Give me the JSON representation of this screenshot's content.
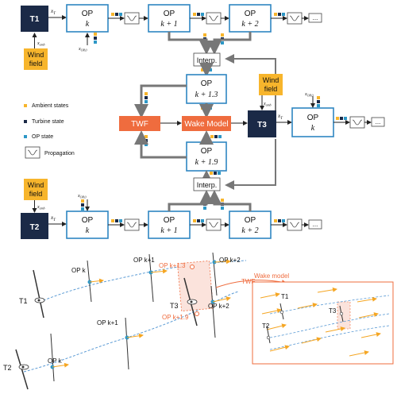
{
  "colors": {
    "navy": "#1b2a47",
    "box_border": "#2e86c1",
    "orange": "#ef6c3e",
    "yellow": "#f7b52c",
    "teal": "#2d97c6",
    "dark_sq": "#1b2a47",
    "light_red_fill": "#fbe3dc",
    "arrow_orange": "#f5a623",
    "flow_dash": "#5b9bd5"
  },
  "turbines": {
    "t1": "T1",
    "t2": "T2",
    "t3": "T3"
  },
  "wind_field": {
    "line1": "Wind",
    "line2": "field"
  },
  "ops": {
    "op": "OP",
    "k": "k",
    "k1": "k + 1",
    "k2": "k + 2",
    "k13": "k + 1.3",
    "k19": "k + 1.9"
  },
  "interp": "Interp.",
  "twf": "TWF",
  "wake_model": "Wake Model",
  "ellipsis": "...",
  "math": {
    "xT": "x",
    "xT_sub": "T",
    "xamb": "x",
    "xamb_sub": "amb",
    "xop": "x",
    "xop_sub": "OP,0"
  },
  "legend": {
    "ambient": "Ambient states",
    "turbine": "Turbine state",
    "op": "OP state",
    "prop": "Propagation"
  },
  "bottom": {
    "t1": "T1",
    "t2": "T2",
    "t3": "T3",
    "opk_top": "OP k",
    "opk1_top": "OP k+1",
    "opk2_top": "OP k+2",
    "opk13": "OP k+1.3",
    "opk19": "OP k+1.9",
    "opk_bot": "OP k",
    "opk1_bot": "OP k+1",
    "opk2_bot": "OP k+2",
    "twf": "TWF",
    "wake_model": "Wake model",
    "inset_t1": "T1",
    "inset_t2": "T2",
    "inset_t3": "T3"
  }
}
